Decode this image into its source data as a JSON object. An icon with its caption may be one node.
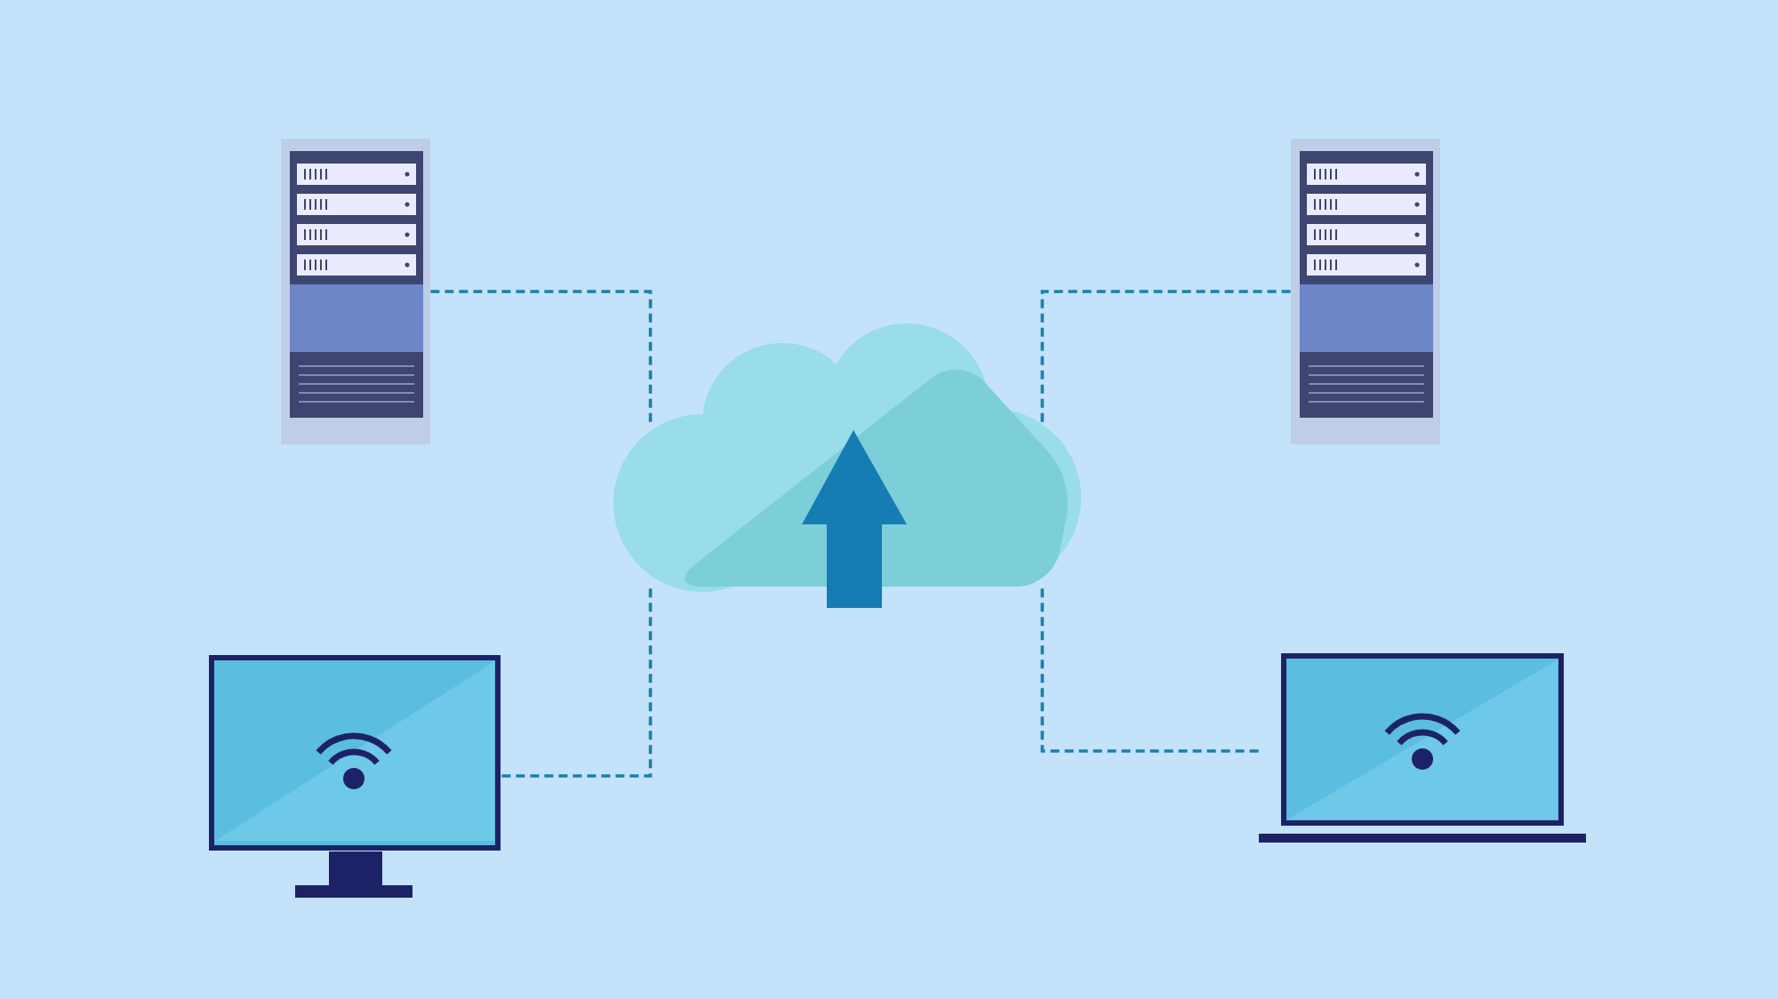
{
  "diagram": {
    "nodes": [
      {
        "text": [],
        "shape": "server"
      },
      {
        "text": [],
        "shape": "server"
      },
      {
        "text": [],
        "shape": "cloud"
      },
      {
        "text": [],
        "shape": "monitor"
      },
      {
        "text": [],
        "shape": "laptop"
      }
    ],
    "edges": [
      {
        "from": 0,
        "to": 2,
        "arrow": "none",
        "style": "dashed"
      },
      {
        "from": 3,
        "to": 2,
        "arrow": "none",
        "style": "dashed"
      },
      {
        "from": 1,
        "to": 2,
        "arrow": "none",
        "style": "dashed"
      },
      {
        "from": 4,
        "to": 2,
        "arrow": "none",
        "style": "dashed"
      }
    ]
  }
}
